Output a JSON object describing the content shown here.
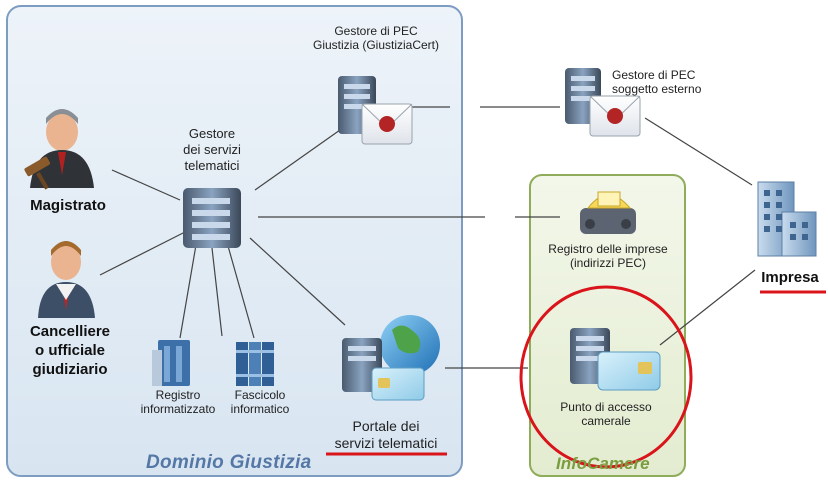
{
  "domain_title": "Dominio Giustizia",
  "infocamere_title": "InfoCamere",
  "nodes": {
    "pec_giustizia": "Gestore di PEC\nGiustizia (GiustiziaCert)",
    "pec_esterno": "Gestore di PEC\nsoggetto esterno",
    "gestore": "Gestore\ndei servizi\ntelematici",
    "magistrato": "Magistrato",
    "cancelliere": "Cancelliere\no ufficiale\ngiudiziario",
    "registro_informatizzato": "Registro\ninformatizzato",
    "fascicolo": "Fascicolo\ninformatico",
    "portale": "Portale dei\nservizi telematici",
    "registro_imprese": "Registro delle imprese\n(indirizzi PEC)",
    "punto_accesso": "Punto di accesso\ncamerale",
    "impresa": "Impresa"
  },
  "colors": {
    "domain_fill": "#e4edf6",
    "domain_border": "#7d9cc1",
    "infocamere_fill": "#eef3e2",
    "infocamere_border": "#8fac5a",
    "highlight_red": "#d9141b"
  }
}
